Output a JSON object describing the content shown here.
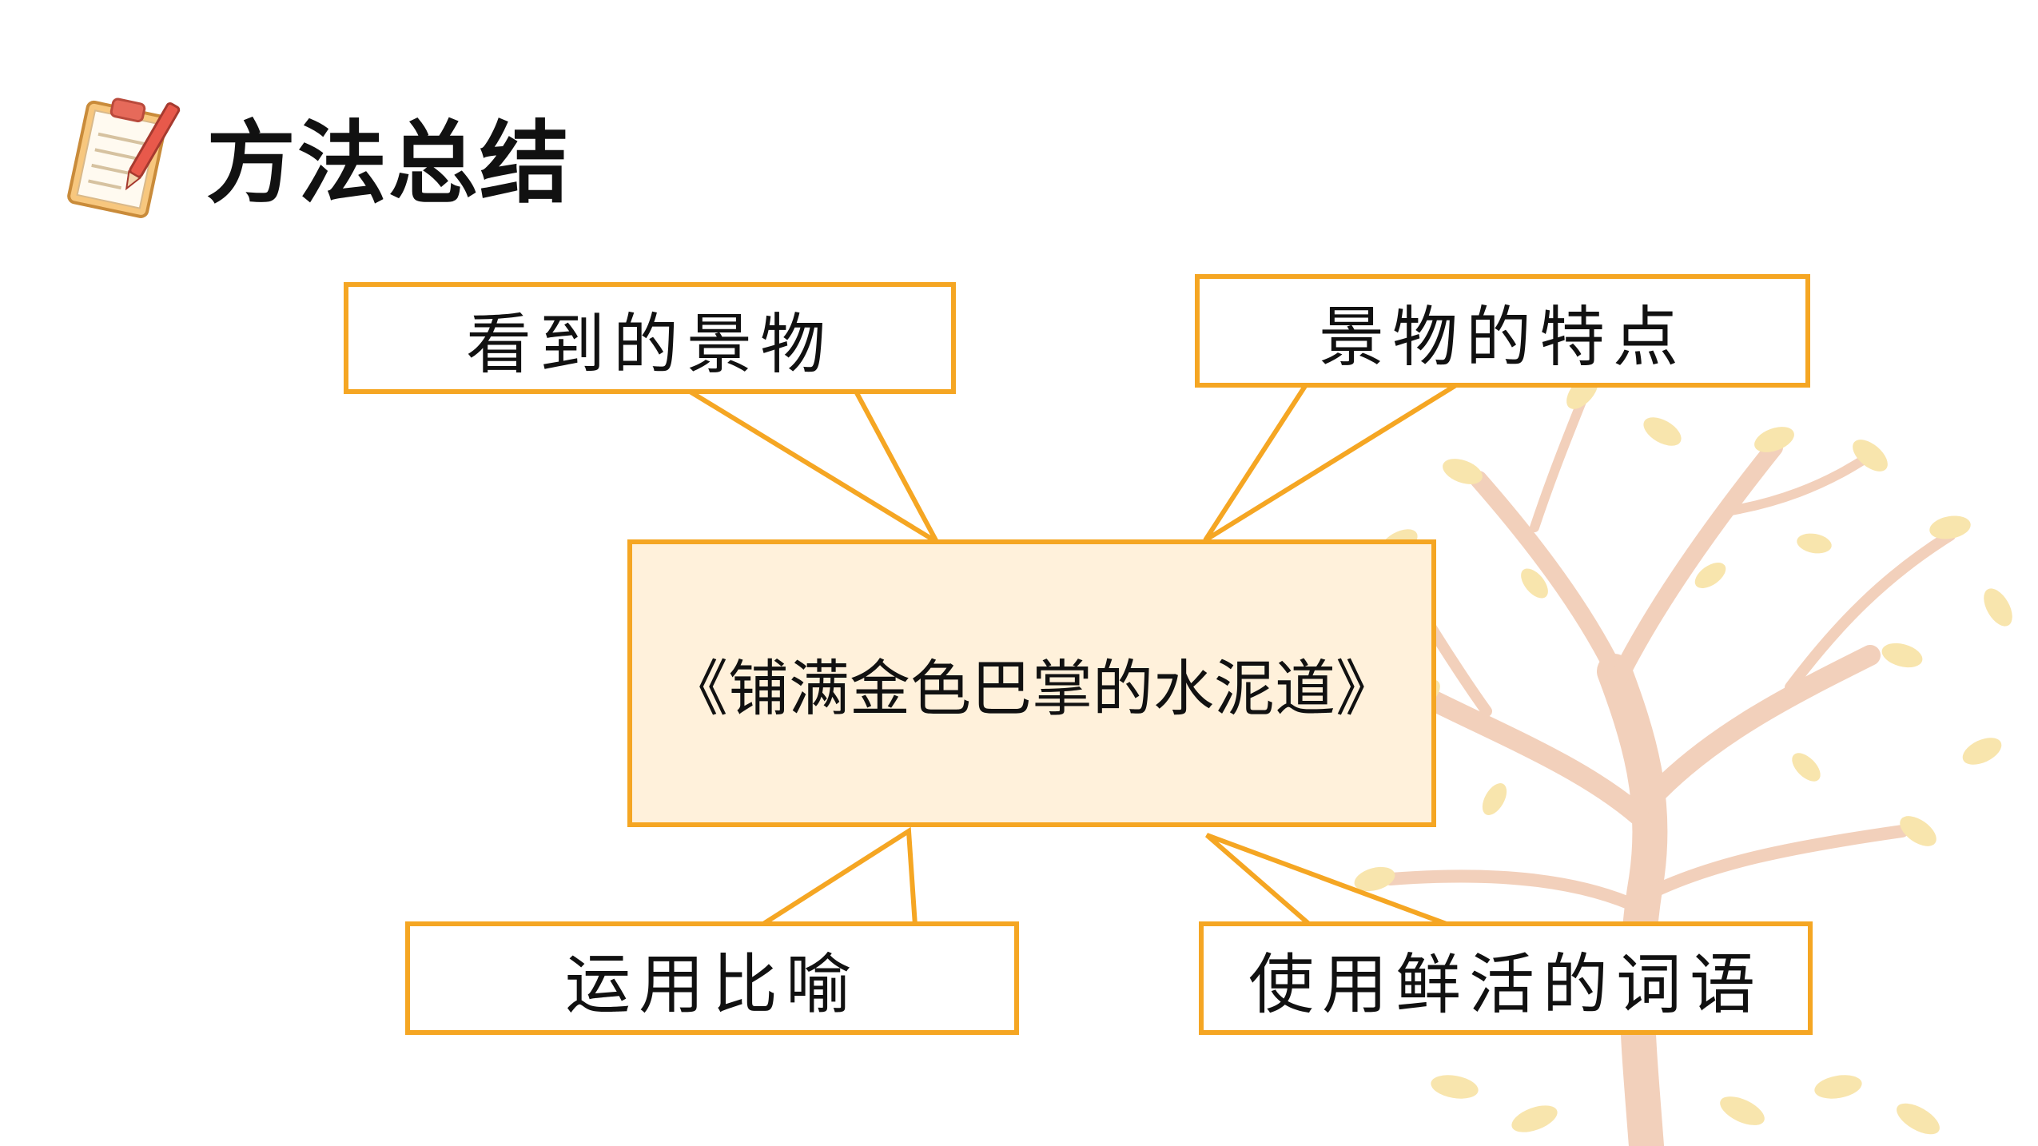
{
  "title": "方法总结",
  "icons": {
    "title": "clipboard-pen-icon"
  },
  "colors": {
    "box_border": "#f5a623",
    "center_fill": "#fff1db",
    "tree_leaf": "#f3d06a",
    "tree_trunk": "#e8b08a"
  },
  "diagram": {
    "center": "《铺满金色巴掌的水泥道》",
    "top_left": "看到的景物",
    "top_right": "景物的特点",
    "bottom_left": "运用比喻",
    "bottom_right": "使用鲜活的词语"
  }
}
